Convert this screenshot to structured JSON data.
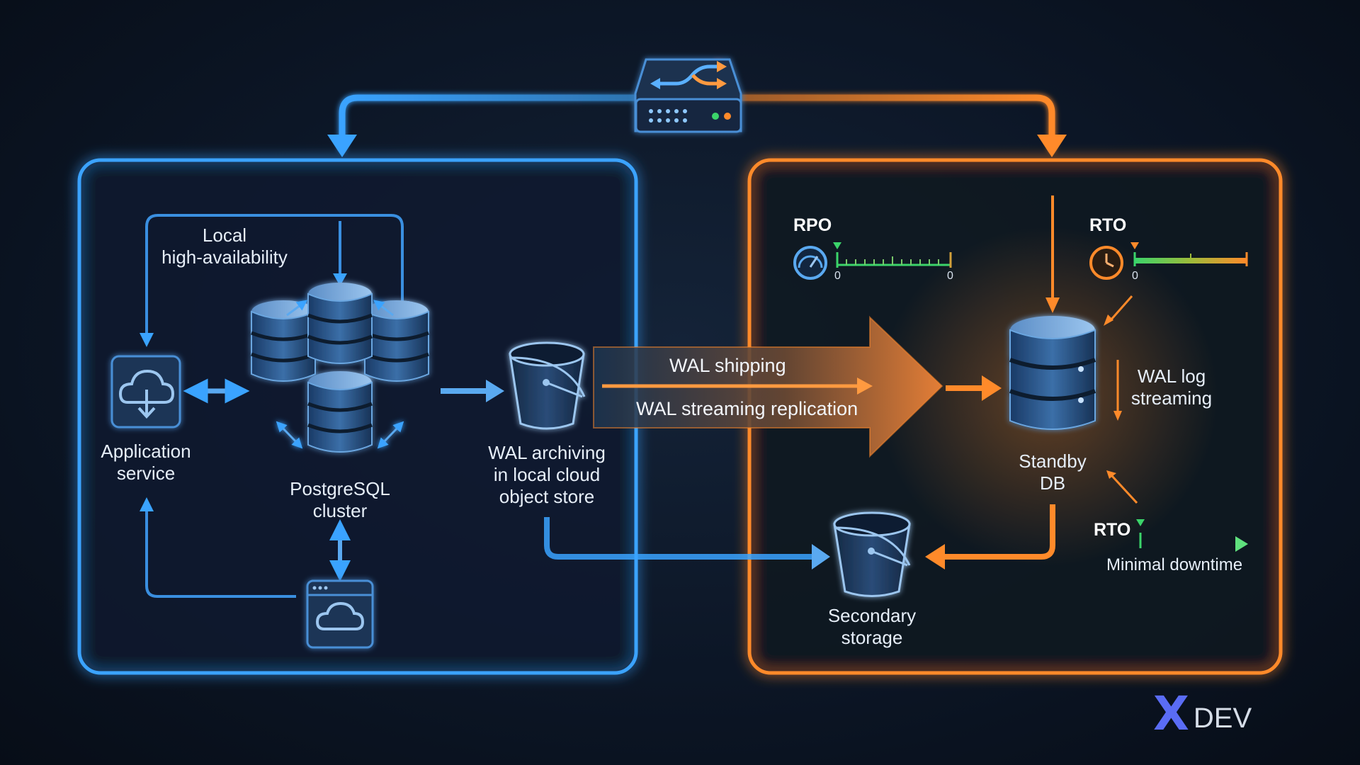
{
  "labels": {
    "local_ha": [
      "Local",
      "high-availability"
    ],
    "app_service": [
      "Application",
      "service"
    ],
    "postgres_cluster": [
      "PostgreSQL",
      "cluster"
    ],
    "wal_archiving": [
      "WAL archiving",
      "in local cloud",
      "object store"
    ],
    "wal_shipping": "WAL shipping",
    "wal_streaming": "WAL streaming replication",
    "standby_db": [
      "Standby",
      "DB"
    ],
    "wal_log_streaming": [
      "WAL log",
      "streaming"
    ],
    "secondary_storage": [
      "Secondary",
      "storage"
    ],
    "rpo": "RPO",
    "rto_top": "RTO",
    "rto_bottom": "RTO",
    "minimal_downtime": "Minimal downtime",
    "rpo_min": "0",
    "rpo_max": "0",
    "rto_min": "0"
  },
  "logo": {
    "mark": "X",
    "text": "DEV"
  },
  "icons": {
    "router": "load-balancer-switch-icon",
    "app": "cloud-download-icon",
    "cluster": "database-cluster-icon",
    "bucket": "bucket-icon",
    "standby": "database-icon",
    "storage": "bucket-icon",
    "cloud_app": "cloud-window-icon",
    "rpo_gauge": "gauge-icon",
    "rto_clock": "clock-icon"
  },
  "colors": {
    "primary_region": "#3aa3ff",
    "dr_region": "#ff8a2a",
    "good": "#3bd46a",
    "background": "#0c1626"
  }
}
